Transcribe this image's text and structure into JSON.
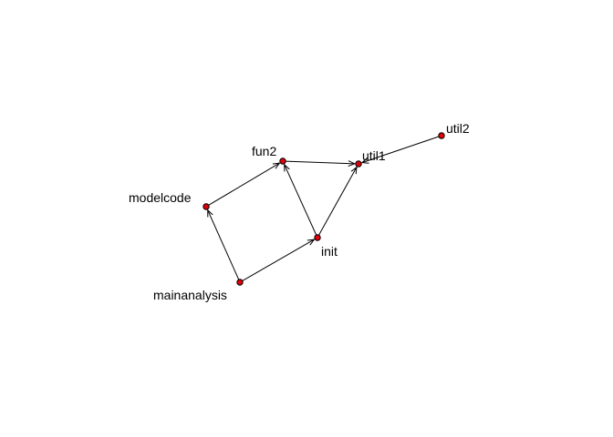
{
  "graph": {
    "node_color": "#e0000a",
    "edge_color": "#000000",
    "nodes": [
      {
        "id": "mainanalysis",
        "label": "mainanalysis"
      },
      {
        "id": "modelcode",
        "label": "modelcode"
      },
      {
        "id": "init",
        "label": "init"
      },
      {
        "id": "fun2",
        "label": "fun2"
      },
      {
        "id": "util1",
        "label": "util1"
      },
      {
        "id": "util2",
        "label": "util2"
      }
    ],
    "edges": [
      {
        "from": "mainanalysis",
        "to": "modelcode",
        "directed": true
      },
      {
        "from": "mainanalysis",
        "to": "init",
        "directed": true
      },
      {
        "from": "modelcode",
        "to": "fun2",
        "directed": true
      },
      {
        "from": "init",
        "to": "fun2",
        "directed": true
      },
      {
        "from": "init",
        "to": "util1",
        "directed": true
      },
      {
        "from": "fun2",
        "to": "util1",
        "directed": true
      },
      {
        "from": "util2",
        "to": "util1",
        "directed": true
      }
    ]
  }
}
